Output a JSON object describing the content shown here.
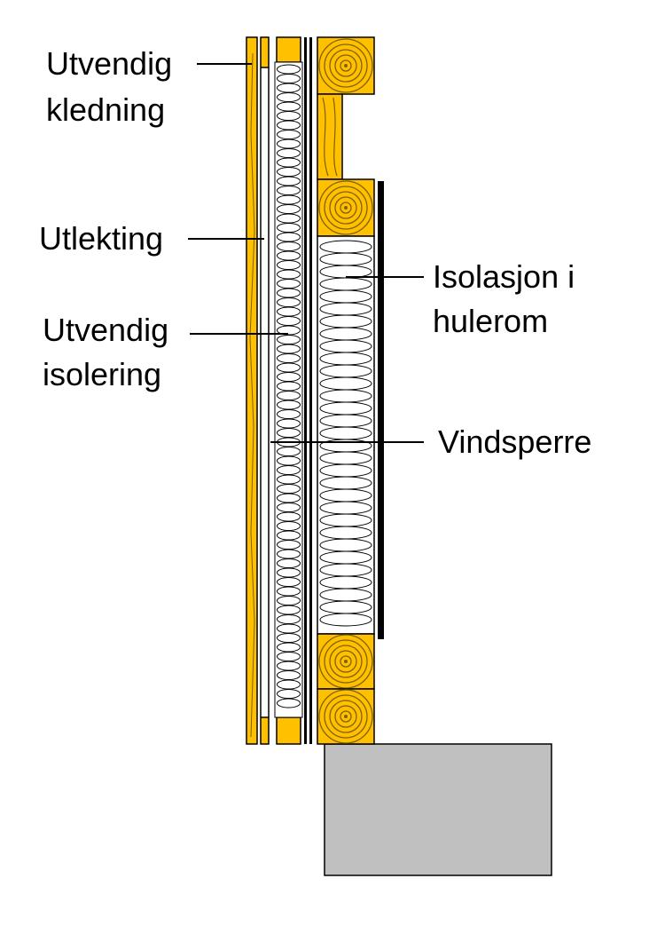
{
  "labels": {
    "utvendig_kledning": [
      "Utvendig",
      "kledning"
    ],
    "utlekting": "Utlekting",
    "utvendig_isolering": [
      "Utvendig",
      "isolering"
    ],
    "isolasjon_i_hulerom": [
      "Isolasjon i",
      "hulerom"
    ],
    "vindsperre": "Vindsperre"
  },
  "colors": {
    "wood": "#FFC000",
    "wood_ring": "#7F6000",
    "foundation": "#C0C0C0",
    "outline": "#000000",
    "background": "#FFFFFF"
  }
}
